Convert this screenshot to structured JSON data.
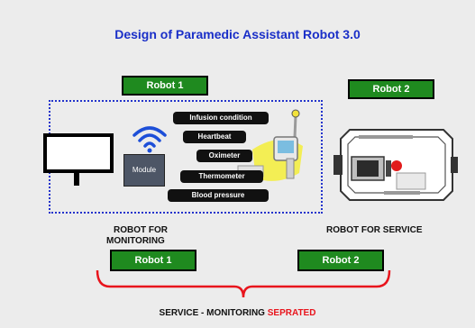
{
  "title": "Design of Paramedic Assistant Robot 3.0",
  "robot1_label": "Robot 1",
  "robot2_label": "Robot 2",
  "module_label": "Module",
  "sensors": [
    "Infusion condition",
    "Heartbeat",
    "Oximeter",
    "Thermometer",
    "Blood pressure"
  ],
  "monitoring_caption_line1": "ROBOT FOR",
  "monitoring_caption_line2": "MONITORING",
  "service_caption": "ROBOT FOR SERVICE",
  "bottom_robot1_label": "Robot 1",
  "bottom_robot2_label": "Robot 2",
  "bottom_caption_prefix": "SERVICE - MONITORING ",
  "bottom_caption_highlight": "SEPRATED",
  "colors": {
    "title_blue": "#1a2fc8",
    "robot_box_green": "#1f8a1f",
    "frame_blue": "#2233cc",
    "brace_red": "#e8141c"
  },
  "icons": [
    "monitor-icon",
    "wifi-icon",
    "sensor-device-icon",
    "service-robot-icon"
  ]
}
